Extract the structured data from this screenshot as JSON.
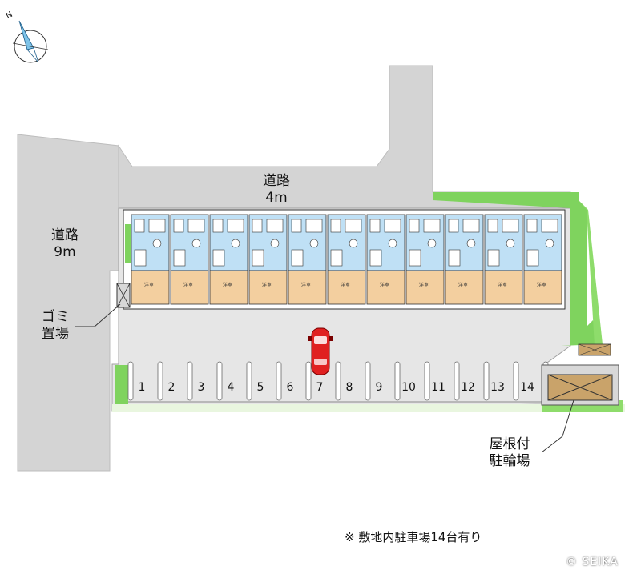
{
  "compass": {
    "label": "N",
    "icon": "north-arrow-icon"
  },
  "roads": {
    "north": {
      "name": "道路",
      "width": "4m"
    },
    "west": {
      "name": "道路",
      "width": "9m"
    }
  },
  "callouts": {
    "garbage": {
      "line1": "ゴミ",
      "line2": "置場"
    },
    "bicycle": {
      "line1": "屋根付",
      "line2": "駐輪場"
    }
  },
  "parking": {
    "stalls": [
      "1",
      "2",
      "3",
      "4",
      "5",
      "6",
      "7",
      "8",
      "9",
      "10",
      "11",
      "12",
      "13",
      "14"
    ]
  },
  "building": {
    "units": 11,
    "room_label": "洋室"
  },
  "note": "※ 敷地内駐車場14台有り",
  "copyright": "© SEIKA",
  "colors": {
    "road": "#d4d4d4",
    "lot": "#e6e6e6",
    "green": "#7fd35e",
    "unit_blue": "#bfe0f5",
    "unit_tan": "#f3cf9f",
    "car": "#e02020"
  }
}
